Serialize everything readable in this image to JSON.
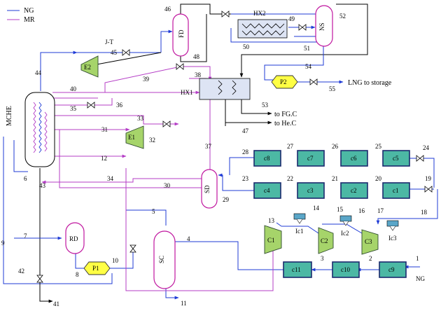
{
  "legend": {
    "ng": "NG",
    "mr": "MR"
  },
  "colors": {
    "ng": "#1f3bd6",
    "mr": "#b43cc6",
    "vessel": "#c0169f",
    "cooler": "#4cb8a4",
    "compressor": "#a6d46a",
    "pump": "#ffff44"
  },
  "equipment": {
    "fd": "FD",
    "ns": "NS",
    "hx2": "HX2",
    "hx1": "HX1",
    "sd": "SD",
    "rd": "RD",
    "sc": "SC",
    "mche": "MCHE",
    "e1": "E1",
    "e2": "E2",
    "p1": "P1",
    "p2": "P2",
    "jt": "J-T",
    "c1": "C1",
    "c2": "C2",
    "c3": "C3",
    "ic1": "Ic1",
    "ic2": "Ic2",
    "ic3": "Ic3"
  },
  "coolers": [
    "c1",
    "c2",
    "c3",
    "c4",
    "c5",
    "c6",
    "c7",
    "c8",
    "c9",
    "c10",
    "c11"
  ],
  "texts": {
    "lng": "LNG to storage",
    "fgc": "to FG.C",
    "hec": "to He.C",
    "ng_in": "NG"
  },
  "streams": [
    "1",
    "2",
    "3",
    "4",
    "5",
    "6",
    "7",
    "8",
    "9",
    "10",
    "11",
    "12",
    "13",
    "14",
    "15",
    "16",
    "17",
    "18",
    "19",
    "20",
    "21",
    "22",
    "23",
    "24",
    "25",
    "26",
    "27",
    "28",
    "29",
    "30",
    "31",
    "32",
    "33",
    "34",
    "35",
    "36",
    "37",
    "38",
    "39",
    "40",
    "41",
    "42",
    "43",
    "44",
    "45",
    "46",
    "47",
    "48",
    "49",
    "50",
    "51",
    "52",
    "53",
    "54",
    "55"
  ]
}
